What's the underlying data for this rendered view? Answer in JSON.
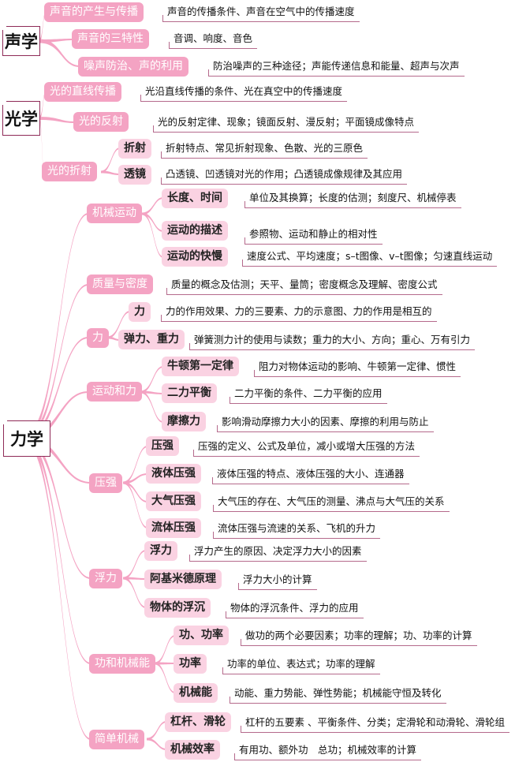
{
  "palette": {
    "branch": "#f4a3c3",
    "category_pill": "#f4a3c3",
    "sub_pill": "#fad2e2",
    "box_border": "#8e2a57",
    "underline": "#b56a8c"
  },
  "roots": [
    {
      "label": "声学",
      "categories": [
        {
          "label": "声音的产生与传播",
          "leaf": "声音的传播条件、声音在空气中的传播速度"
        },
        {
          "label": "声音的三特性",
          "leaf": "音调、响度、音色"
        },
        {
          "label": "噪声防治、声的利用",
          "leaf": "防治噪声的三种途径；声能传递信息和能量、超声与次声"
        }
      ]
    },
    {
      "label": "光学",
      "categories": [
        {
          "label": "光的直线传播",
          "leaf": "光沿直线传播的条件、光在真空中的传播速度"
        },
        {
          "label": "光的反射",
          "leaf": "光的反射定律、现象；镜面反射、漫反射；平面镜成像特点"
        },
        {
          "label": "光的折射",
          "subs": [
            {
              "label": "折射",
              "leaf": "折射特点、常见折射现象、色散、光的三原色"
            },
            {
              "label": "透镜",
              "leaf": "凸透镜、凹透镜对光的作用；凸透镜成像规律及其应用"
            }
          ]
        }
      ]
    },
    {
      "label": "力学",
      "categories": [
        {
          "label": "机械运动",
          "subs": [
            {
              "label": "长度、时间",
              "leaf": "单位及其换算；长度的估测；刻度尺、机械停表"
            },
            {
              "label": "运动的描述",
              "leaf": "参照物、运动和静止的相对性"
            },
            {
              "label": "运动的快慢",
              "leaf": "速度公式、平均速度；s–t图像、v–t图像；匀速直线运动"
            }
          ]
        },
        {
          "label": "质量与密度",
          "leaf": "质量的概念及估测；天平、量筒；密度概念及理解、密度公式"
        },
        {
          "label": "力",
          "subs": [
            {
              "label": "力",
              "leaf": "力的作用效果、力的三要素、力的示意图、力的作用是相互的"
            },
            {
              "label": "弹力、重力",
              "leaf": "弹簧测力计的使用与读数；重力的大小、方向；重心、万有引力"
            }
          ]
        },
        {
          "label": "运动和力",
          "subs": [
            {
              "label": "牛顿第一定律",
              "leaf": "阻力对物体运动的影响、牛顿第一定律、惯性"
            },
            {
              "label": "二力平衡",
              "leaf": "二力平衡的条件、二力平衡的应用"
            },
            {
              "label": "摩擦力",
              "leaf": "影响滑动摩擦力大小的因素、摩擦的利用与防止"
            }
          ]
        },
        {
          "label": "压强",
          "subs": [
            {
              "label": "压强",
              "leaf": "压强的定义、公式及单位，减小或增大压强的方法"
            },
            {
              "label": "液体压强",
              "leaf": "液体压强的特点、液体压强的大小、连通器"
            },
            {
              "label": "大气压强",
              "leaf": "大气压的存在、大气压的测量、沸点与大气压的关系"
            },
            {
              "label": "流体压强",
              "leaf": "流体压强与流速的关系、飞机的升力"
            }
          ]
        },
        {
          "label": "浮力",
          "subs": [
            {
              "label": "浮力",
              "leaf": "浮力产生的原因、决定浮力大小的因素"
            },
            {
              "label": "阿基米德原理",
              "leaf": "浮力大小的计算"
            },
            {
              "label": "物体的浮沉",
              "leaf": "物体的浮沉条件、浮力的应用"
            }
          ]
        },
        {
          "label": "功和机械能",
          "subs": [
            {
              "label": "功、功率",
              "leaf": "做功的两个必要因素；功率的理解；功、功率的计算"
            },
            {
              "label": "功率",
              "leaf": "功率的单位、表达式；功率的理解"
            },
            {
              "label": "机械能",
              "leaf": "动能、重力势能、弹性势能；机械能守恒及转化"
            }
          ]
        },
        {
          "label": "简单机械",
          "subs": [
            {
              "label": "杠杆、滑轮",
              "leaf": "杠杆的五要素 、平衡条件、分类；定滑轮和动滑轮、滑轮组"
            },
            {
              "label": "机械效率",
              "leaf": "有用功、额外功　总功；机械效率的计算"
            }
          ]
        }
      ]
    }
  ]
}
